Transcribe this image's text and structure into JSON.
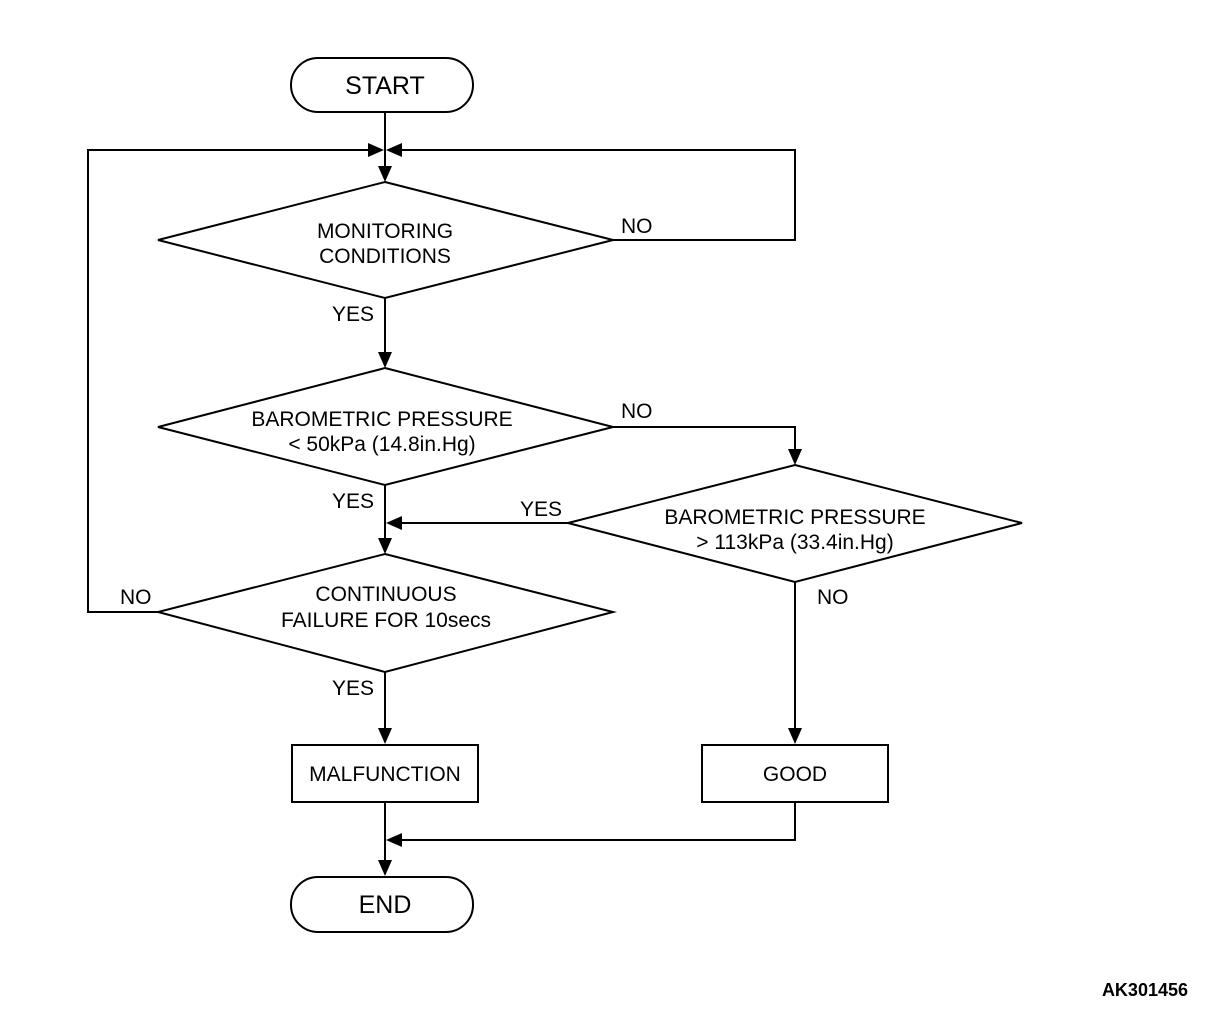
{
  "nodes": {
    "start": {
      "label": "START"
    },
    "monitoring": {
      "line1": "MONITORING",
      "line2": "CONDITIONS"
    },
    "baro_low": {
      "line1": "BAROMETRIC PRESSURE",
      "line2": "< 50kPa (14.8in.Hg)"
    },
    "baro_high": {
      "line1": "BAROMETRIC PRESSURE",
      "line2": "> 113kPa (33.4in.Hg)"
    },
    "continuous": {
      "line1": "CONTINUOUS",
      "line2": "FAILURE FOR 10secs"
    },
    "malfunction": {
      "label": "MALFUNCTION"
    },
    "good": {
      "label": "GOOD"
    },
    "end": {
      "label": "END"
    }
  },
  "edges": {
    "monitoring_no": "NO",
    "monitoring_yes": "YES",
    "baro_low_no": "NO",
    "baro_low_yes": "YES",
    "baro_high_yes": "YES",
    "baro_high_no": "NO",
    "continuous_no": "NO",
    "continuous_yes": "YES"
  },
  "figure_id": "AK301456"
}
